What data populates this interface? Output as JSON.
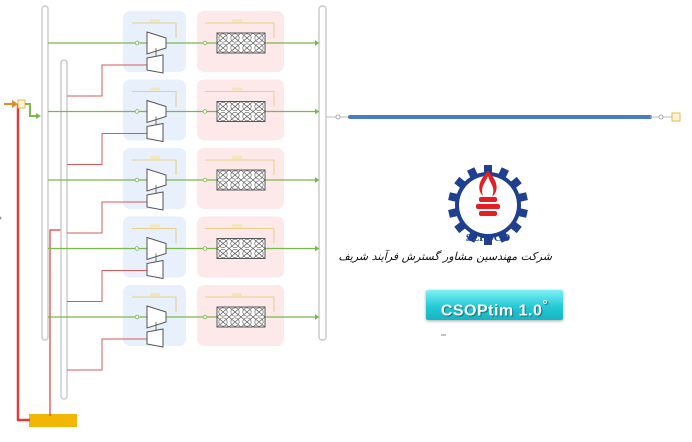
{
  "app": {
    "title": "CSOPtim 1.0",
    "title_sup": "°"
  },
  "branding": {
    "logo_text": "SEPDCO",
    "company_name": "شرکت مهندسین مشاور گسترش فرآیند شریف",
    "gear_color": "#1f3f8f",
    "flame_color": "#e31e24"
  },
  "diagram": {
    "train_count": 5,
    "colors": {
      "gas_line": "#79b84b",
      "recycle_line": "#d9585a",
      "header_pipe": "#c9c9c9",
      "export_pipe": "#4a7dbf",
      "compressor_panel": "#e7f0fb",
      "cooler_panel": "#fde9e9",
      "supply_bar": "#f2b705",
      "feed_line": "#e23b3b"
    },
    "icons": [
      "compressor-icon",
      "cooler-bank-icon",
      "feed-arrow-icon",
      "valve-icon"
    ]
  }
}
